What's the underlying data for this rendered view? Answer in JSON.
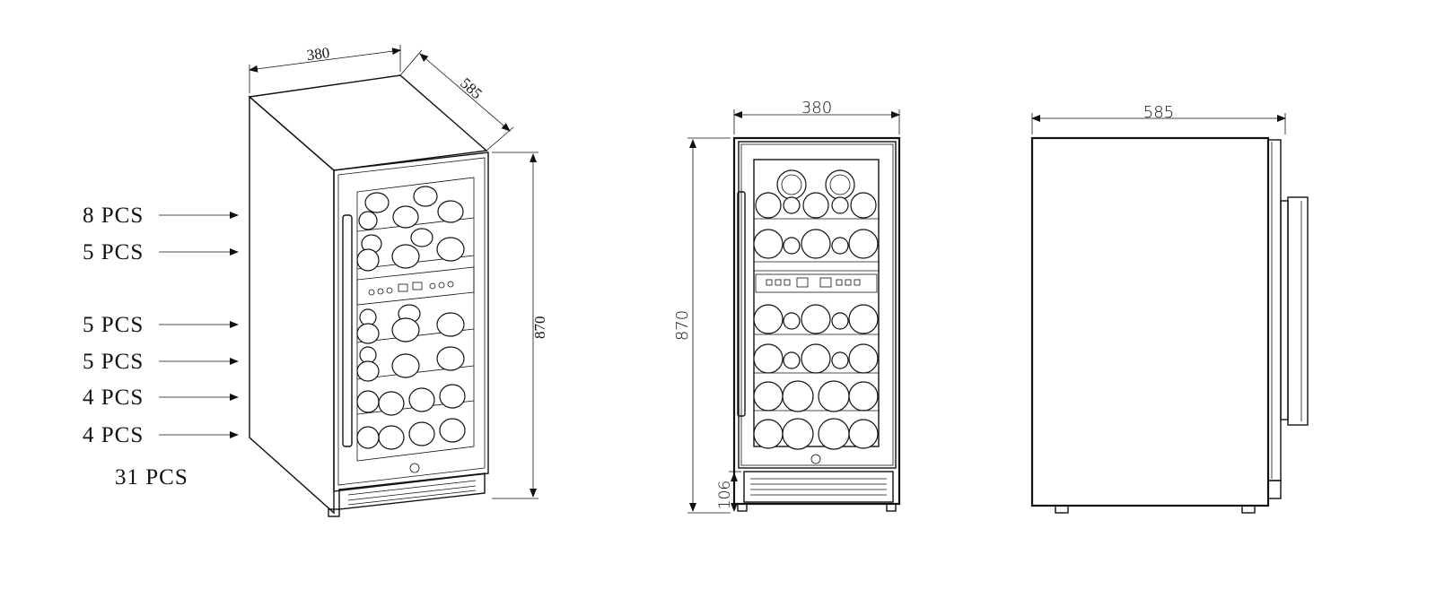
{
  "capacity": {
    "rows": [
      "8 PCS",
      "5 PCS",
      "5 PCS",
      "5 PCS",
      "4 PCS",
      "4 PCS"
    ],
    "total": "31 PCS"
  },
  "dimensions": {
    "iso_width": "380",
    "iso_depth": "585",
    "iso_height": "870",
    "front_width": "380",
    "front_height": "870",
    "front_kick": "106",
    "side_depth": "585"
  }
}
